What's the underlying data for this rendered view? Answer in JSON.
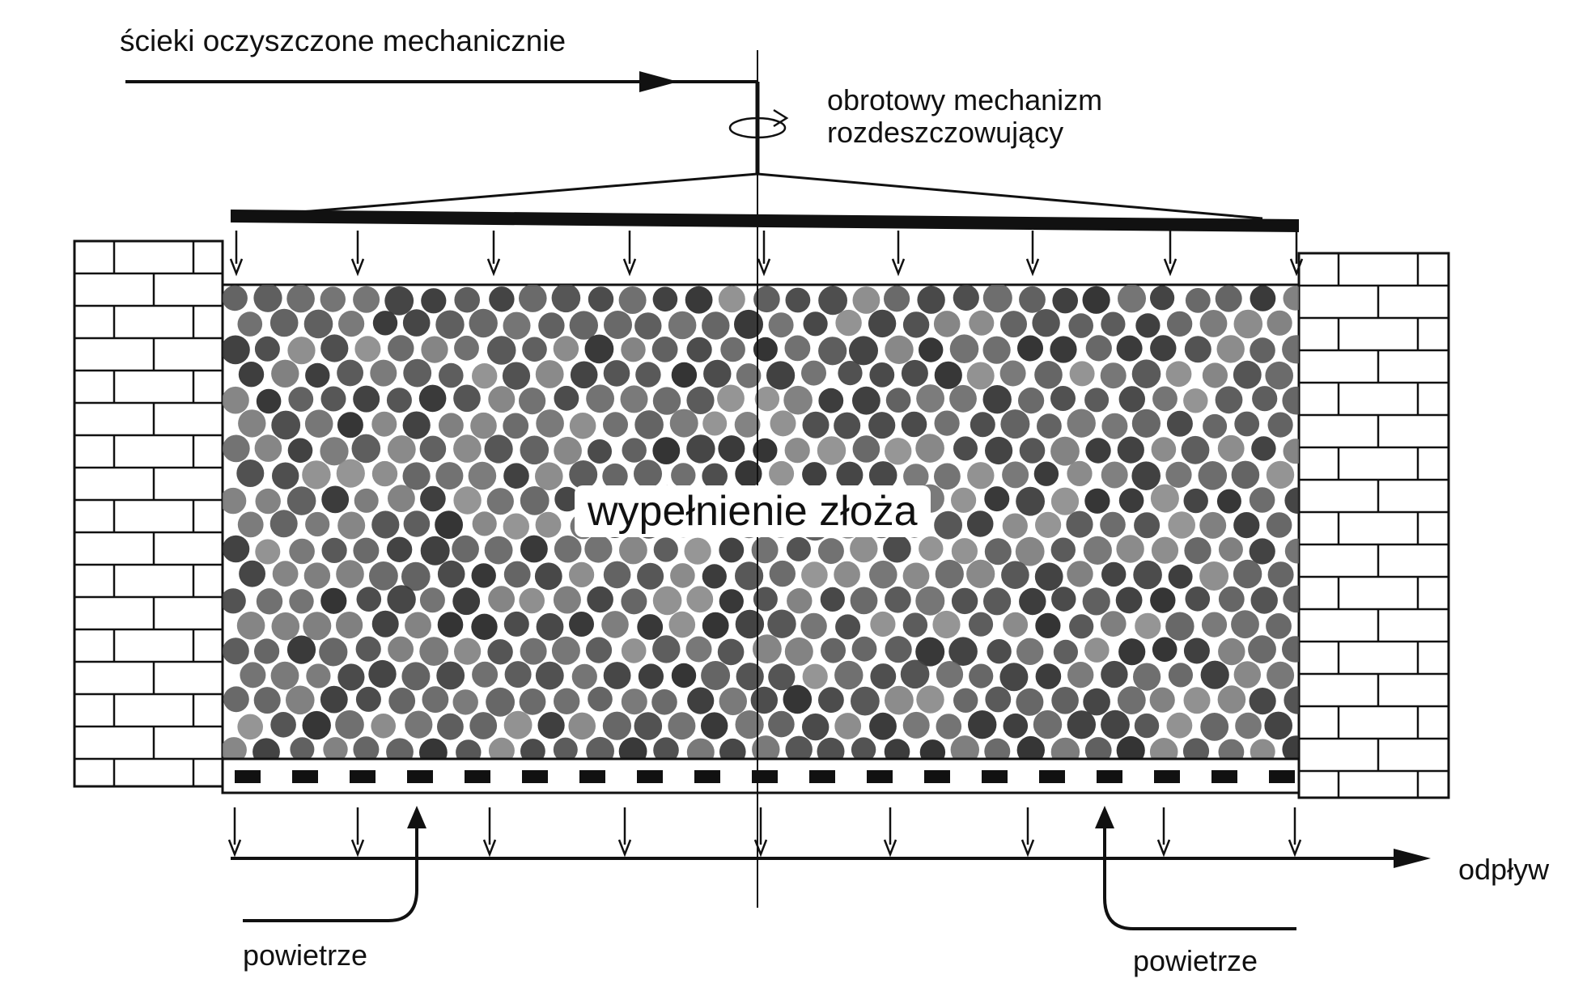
{
  "labels": {
    "inlet": "ścieki oczyszczone mechanicznie",
    "mechanism_line1": "obrotowy mechanizm",
    "mechanism_line2": "rozdeszczowujący",
    "bed_fill": "wypełnienie złoża",
    "outlet": "odpływ",
    "air_left": "powietrze",
    "air_right": "powietrze"
  },
  "colors": {
    "ink": "#111111",
    "background": "#ffffff"
  },
  "icons": {
    "rotation": "rotation-arrow-icon",
    "flow": "arrow-icon"
  }
}
